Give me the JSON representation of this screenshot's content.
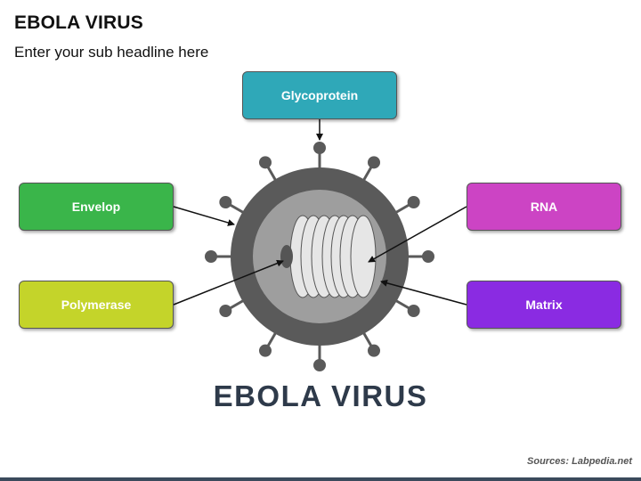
{
  "header": {
    "title": "EBOLA VIRUS",
    "subtitle": "Enter your sub headline here"
  },
  "labels": {
    "glycoprotein": {
      "text": "Glycoprotein",
      "color": "#2fa8b8"
    },
    "envelop": {
      "text": "Envelop",
      "color": "#3ab54a"
    },
    "polymerase": {
      "text": "Polymerase",
      "color": "#c4d42a"
    },
    "rna": {
      "text": "RNA",
      "color": "#cc44c4"
    },
    "matrix": {
      "text": "Matrix",
      "color": "#8a2be2"
    }
  },
  "virus": {
    "envelope_color": "#5a5a5a",
    "matrix_color": "#9e9e9e",
    "capsid_color": "#e6e6e6"
  },
  "caption": "EBOLA VIRUS",
  "source": "Sources: Labpedia.net"
}
